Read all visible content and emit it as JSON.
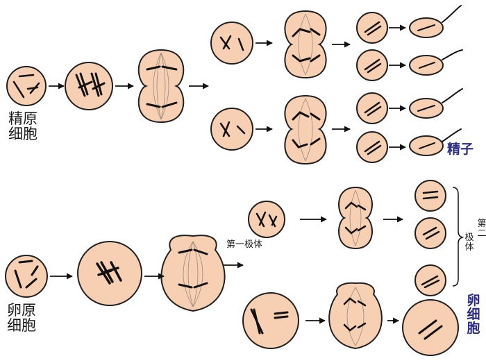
{
  "labels": {
    "spermatogonium_l1": "精原",
    "spermatogonium_l2": "细胞",
    "sperm": "精子",
    "first_polar_body": "第一极体",
    "oogonium_l1": "卵原",
    "oogonium_l2": "细胞",
    "second_polar_body_col1": "第二",
    "second_polar_body_col2": "极体",
    "egg_cell": "卵细胞"
  },
  "colors": {
    "cell_fill": "#f7cfb2",
    "cell_outline": "#1f1f1f",
    "chromosome": "#111111",
    "spindle": "#8a7a6a",
    "arrow": "#111111",
    "label_blue": "#2b2b8a"
  }
}
